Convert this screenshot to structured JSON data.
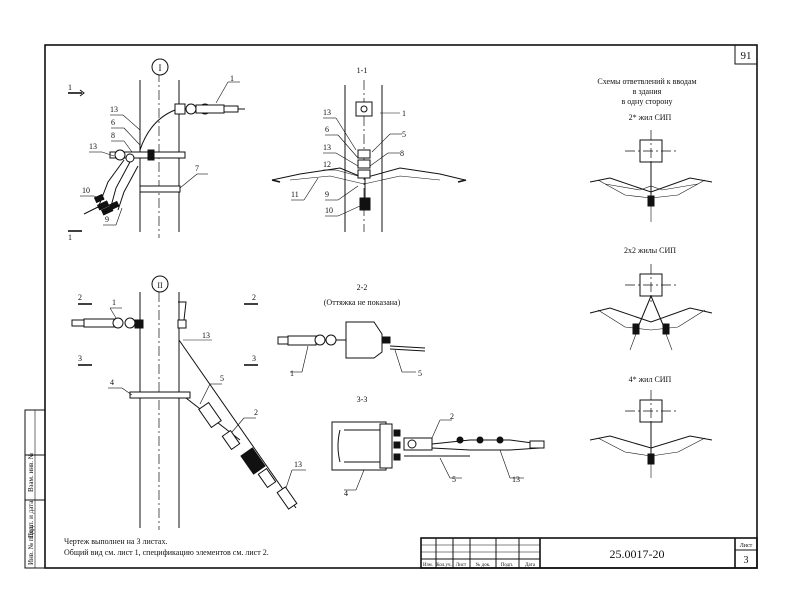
{
  "sheet_corner_number": "91",
  "side_stamp": [
    "Инв. № подл.",
    "Подп. и дата",
    "Взам. инв. №"
  ],
  "top_left": {
    "circle_label": "I",
    "section_marks": [
      "1",
      "1"
    ],
    "callouts": [
      "1",
      "13",
      "6",
      "8",
      "13",
      "7",
      "10",
      "9"
    ]
  },
  "top_middle": {
    "title": "1-1",
    "callouts": [
      "1",
      "13",
      "5",
      "6",
      "13",
      "8",
      "12",
      "11",
      "9",
      "10"
    ]
  },
  "right_panel": {
    "title_lines": [
      "Схемы ответвлений к вводам",
      "в здания",
      "в одну сторону"
    ],
    "scheme1": "2* жил СИП",
    "scheme2": "2х2 жилы СИП",
    "scheme3": "4* жил СИП"
  },
  "bottom_left": {
    "circle_label": "II",
    "section_marks": [
      "2",
      "2",
      "3",
      "3"
    ],
    "callouts": [
      "1",
      "13",
      "4",
      "5",
      "2",
      "13"
    ]
  },
  "bottom_middle": {
    "title_22": "2-2",
    "subtitle_22": "(Оттяжка не показана)",
    "callouts_22": [
      "1",
      "5"
    ],
    "title_33": "3-3",
    "callouts_33": [
      "2",
      "4",
      "5",
      "13"
    ]
  },
  "notes": [
    "Чертеж выполнен на 3 листах.",
    "Общий вид см. лист 1, спецификацию элементов см. лист 2."
  ],
  "title_block": {
    "columns": [
      "Изм.",
      "Кол.уч.",
      "Лист",
      "№ док.",
      "Подп.",
      "Дата"
    ],
    "designation": "25.0017-20",
    "sheet_label": "Лист",
    "sheet_number": "3"
  }
}
